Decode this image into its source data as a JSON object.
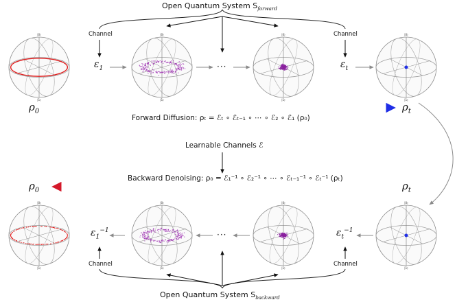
{
  "forward": {
    "system_label": "Open Quantum System S",
    "system_sub": "forward",
    "channel_label": "Channel",
    "eps_1": "ε",
    "eps_1_sub": "1",
    "eps_t": "ε",
    "eps_t_sub": "t",
    "dots": "···",
    "rho_start": "ρ",
    "rho_start_sub": "0",
    "rho_end": "ρ",
    "rho_end_sub": "t",
    "formula": "Forward Diffusion: ρₜ = ℰₜ ∘ ℰₜ₋₁ ∘ ⋯ ∘ ℰ₂ ∘ ℰ₁ (ρ₀)"
  },
  "learnable": "Learnable Channels ℰ",
  "backward": {
    "formula": "Backward Denoising: ρ₀ = ℰ₁⁻¹ ∘ ℰ₂⁻¹ ∘ ⋯ ∘ ℰₜ₋₁⁻¹ ∘ ℰₜ⁻¹ (ρₜ)",
    "rho_start": "ρ",
    "rho_start_sub": "0",
    "rho_end": "ρ",
    "rho_end_sub": "t",
    "eps_1": "ε",
    "eps_1_sub": "1",
    "eps_1_sup": "−1",
    "eps_t": "ε",
    "eps_t_sub": "t",
    "eps_t_sup": "−1",
    "dots": "···",
    "channel_label": "Channel",
    "system_label": "Open Quantum System S",
    "system_sub": "backward"
  },
  "sphere": {
    "top_label": "|0⟩",
    "bottom_label": "|1⟩"
  },
  "colors": {
    "ring": "#e02020",
    "scatter": "#a23cb5",
    "dense": "#8a1f9e",
    "blue": "#1f2ee6",
    "arrow": "#888888",
    "grid": "#8c8c8c"
  }
}
